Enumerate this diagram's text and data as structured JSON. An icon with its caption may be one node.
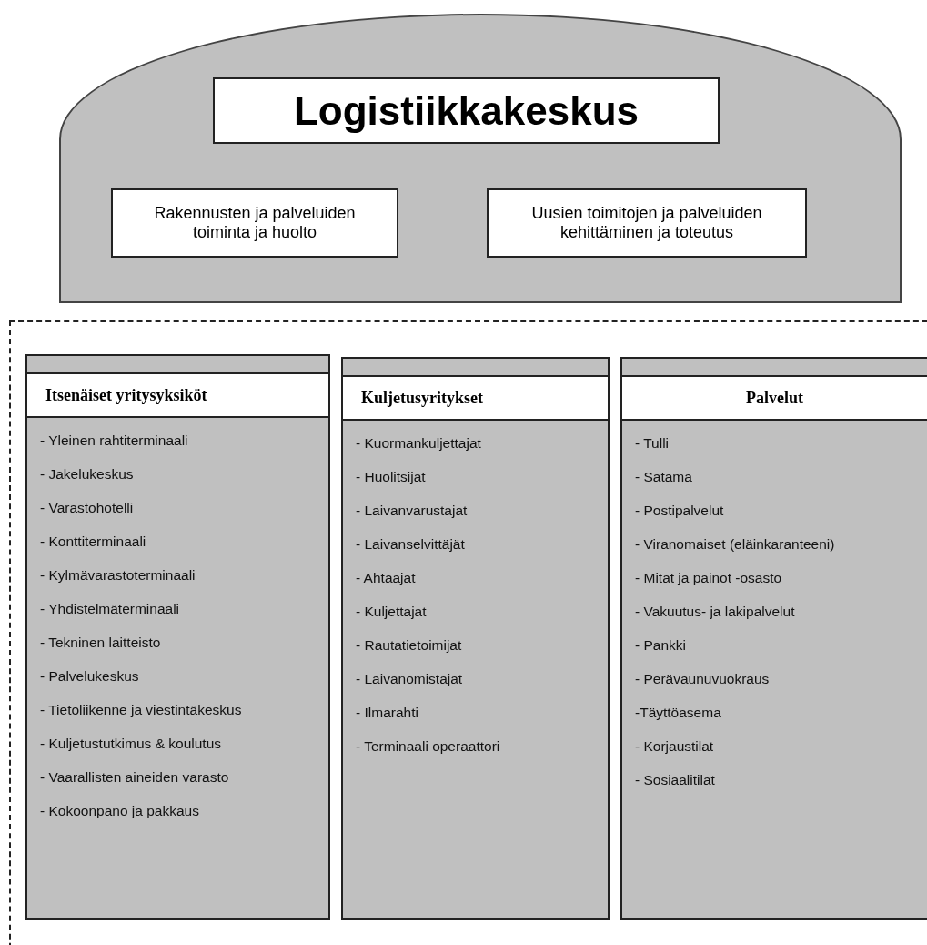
{
  "diagram": {
    "nodes": [
      {
        "text": [],
        "shape": "arch"
      },
      {
        "text": [
          "Logistiikkakeskus"
        ],
        "in": 0
      },
      {
        "text": [
          "Rakennusten ja palveluiden toiminta ja huolto"
        ],
        "in": 0
      },
      {
        "text": [
          "Uusien toimitojen ja palveluiden kehittäminen ja toteutus"
        ],
        "in": 0
      },
      {
        "text": [],
        "shape": "box"
      },
      {
        "text": [
          "Itsenäiset yritysyksiköt",
          "- Yleinen rahtiterminaali",
          "- Jakelukeskus",
          "- Varastohotelli",
          "- Konttiterminaali",
          "- Kylmävarastoterminaali",
          "- Yhdistelmäterminaali",
          "- Tekninen laitteisto",
          "- Palvelukeskus",
          "- Tietoliikenne ja viestintäkeskus",
          "- Kuljetustutkimus & koulutus",
          "- Vaarallisten aineiden varasto",
          "- Kokoonpano ja pakkaus"
        ],
        "in": 4
      },
      {
        "text": [
          "Kuljetusyritykset",
          "- Kuormankuljettajat",
          "- Huolitsijat",
          "- Laivanvarustajat",
          "- Laivanselvittäjät",
          "- Ahtaajat",
          "- Kuljettajat",
          "- Rautatietoimijat",
          "- Laivanomistajat",
          "- Ilmarahti",
          "- Terminaali operaattori"
        ],
        "in": 4
      },
      {
        "text": [
          "Palvelut",
          "- Tulli",
          "- Satama",
          "- Postipalvelut",
          "- Viranomaiset (eläinkaranteeni)",
          "- Mitat ja painot -osasto",
          "- Vakuutus- ja lakipalvelut",
          "- Pankki",
          "- Perävaunuvuokraus",
          "-Täyttöasema",
          "- Korjaustilat",
          "- Sosiaalitilat"
        ],
        "in": 4
      }
    ]
  }
}
